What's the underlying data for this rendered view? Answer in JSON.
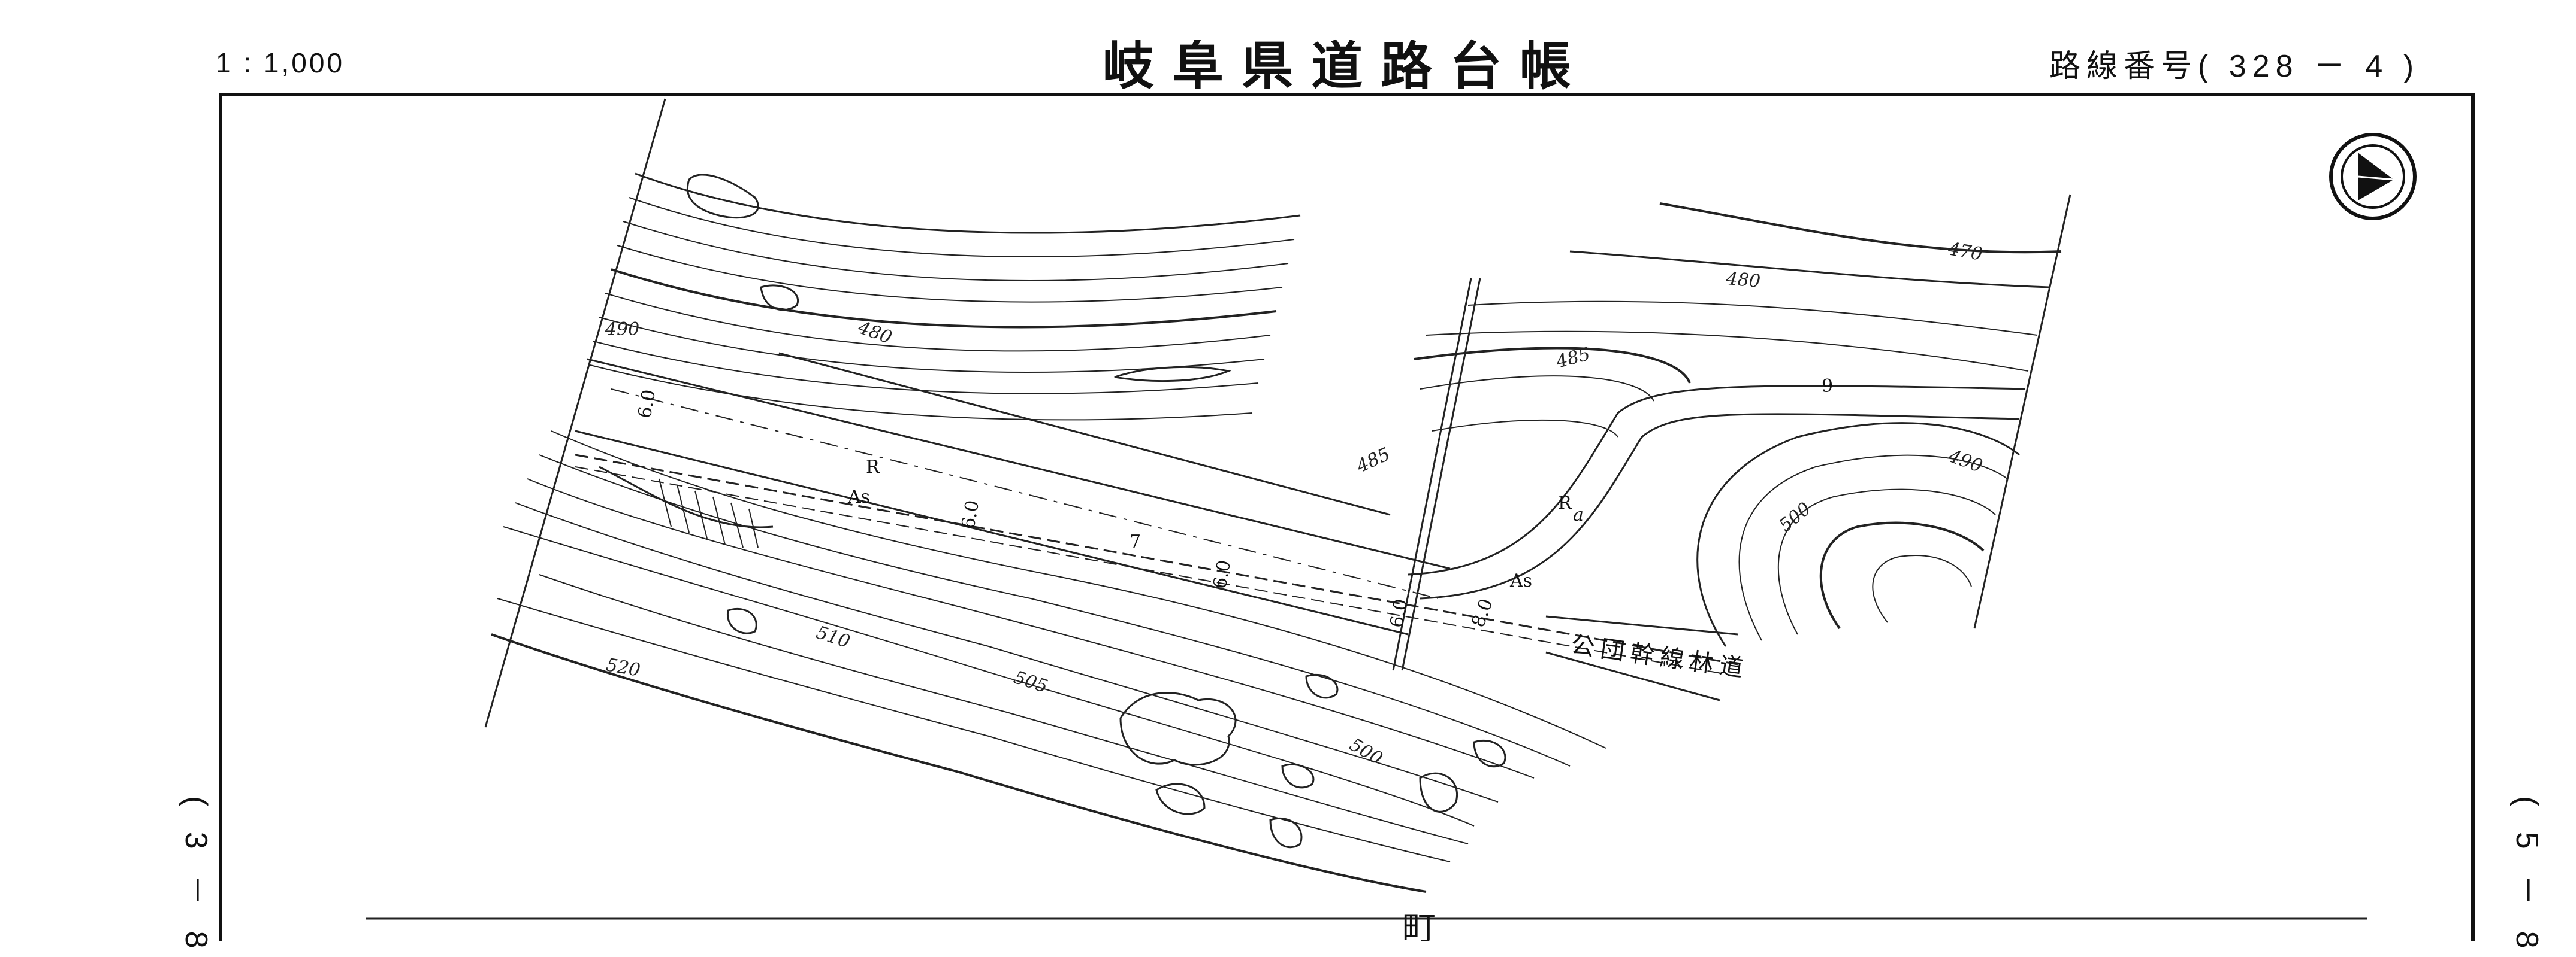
{
  "header": {
    "scale": "1 : 1,000",
    "title": "岐阜県道路台帳",
    "route_label": "路線番号",
    "route_number": "( 328 － 4 )"
  },
  "margins": {
    "left_ref": "( 3 － 8",
    "right_ref": "( 5 － 8"
  },
  "map": {
    "contour_labels": [
      "480",
      "490",
      "485",
      "510",
      "520",
      "505",
      "500",
      "470",
      "480",
      "485",
      "490",
      "500"
    ],
    "road_labels": {
      "forest_road": "公団幹線林道",
      "as1": "As",
      "as2": "As",
      "r1": "R",
      "r2": "R",
      "width_7": "7",
      "width_60a": "6.0",
      "width_60b": "6.0",
      "width_60c": "6.0",
      "width_60d": "6.0",
      "width_9": "9",
      "width_80": "8.0",
      "a_label": "a"
    },
    "bottom_text": "町"
  },
  "north_arrow": "north-arrow"
}
